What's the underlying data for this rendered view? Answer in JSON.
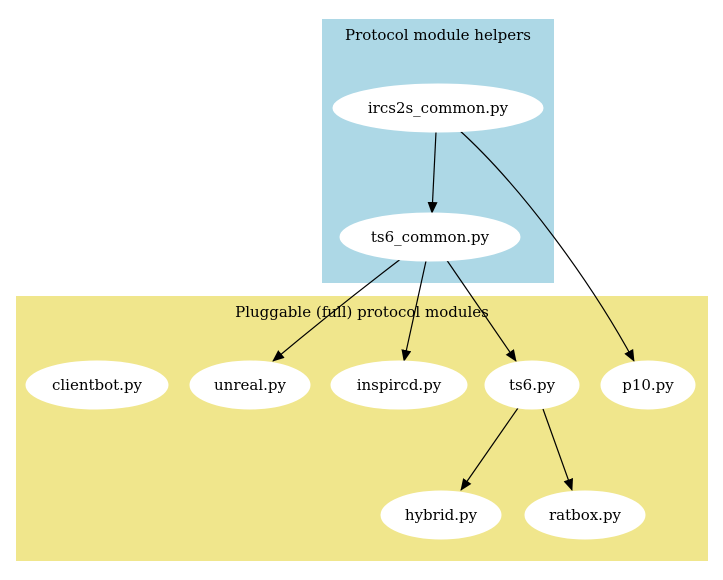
{
  "colors": {
    "background": "#ffffff",
    "helpers_cluster_fill": "#add8e6",
    "modules_cluster_fill": "#f0e68c",
    "node_fill": "#ffffff",
    "edge": "#000000",
    "text": "#000000"
  },
  "clusters": {
    "helpers": {
      "label": "Protocol module helpers"
    },
    "modules": {
      "label": "Pluggable (full) protocol modules"
    }
  },
  "nodes": {
    "ircs2s_common": {
      "label": "ircs2s_common.py"
    },
    "ts6_common": {
      "label": "ts6_common.py"
    },
    "clientbot": {
      "label": "clientbot.py"
    },
    "unreal": {
      "label": "unreal.py"
    },
    "inspircd": {
      "label": "inspircd.py"
    },
    "ts6": {
      "label": "ts6.py"
    },
    "p10": {
      "label": "p10.py"
    },
    "hybrid": {
      "label": "hybrid.py"
    },
    "ratbox": {
      "label": "ratbox.py"
    }
  },
  "edges": [
    {
      "from": "ircs2s_common",
      "to": "ts6_common"
    },
    {
      "from": "ircs2s_common",
      "to": "p10"
    },
    {
      "from": "ts6_common",
      "to": "unreal"
    },
    {
      "from": "ts6_common",
      "to": "inspircd"
    },
    {
      "from": "ts6_common",
      "to": "ts6"
    },
    {
      "from": "ts6",
      "to": "hybrid"
    },
    {
      "from": "ts6",
      "to": "ratbox"
    }
  ]
}
